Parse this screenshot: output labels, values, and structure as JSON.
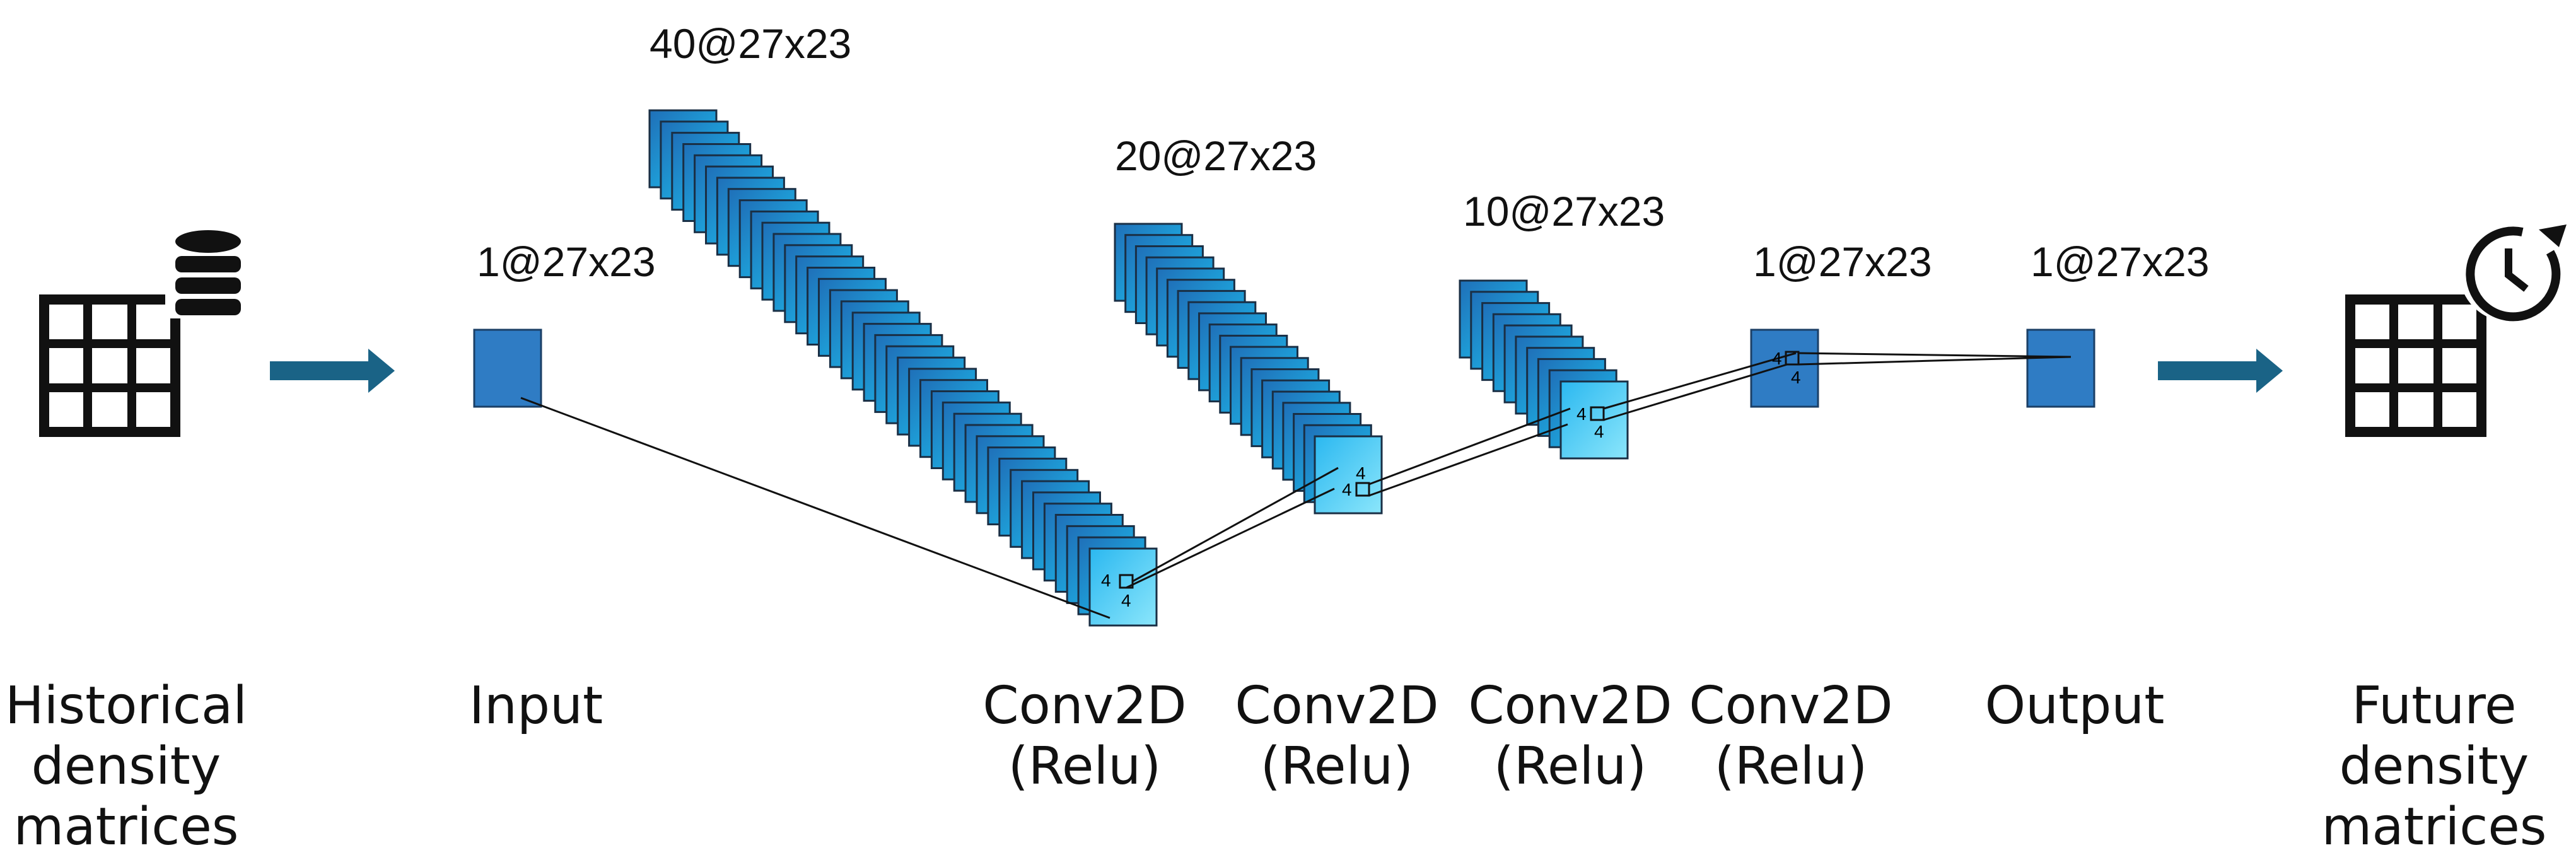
{
  "shapes": [
    {
      "label": "1@27x23"
    },
    {
      "label": "40@27x23"
    },
    {
      "label": "20@27x23"
    },
    {
      "label": "10@27x23"
    },
    {
      "label": "1@27x23"
    },
    {
      "label": "1@27x23"
    }
  ],
  "captions": {
    "left": [
      "Historical",
      "density",
      "matrices"
    ],
    "input": "Input",
    "conv1": [
      "Conv2D",
      "(Relu)"
    ],
    "conv2": [
      "Conv2D",
      "(Relu)"
    ],
    "conv3": [
      "Conv2D",
      "(Relu)"
    ],
    "conv4": [
      "Conv2D",
      "(Relu)"
    ],
    "output": "Output",
    "right": [
      "Future",
      "density",
      "matrices"
    ]
  },
  "kernel": "4",
  "icons": [
    "table-database-icon",
    "table-clock-icon"
  ],
  "colors": {
    "layer_dark": "#2f7cc4",
    "layer_light": "#56d4f7",
    "arrow": "#1a6386",
    "outline": "#111111"
  }
}
